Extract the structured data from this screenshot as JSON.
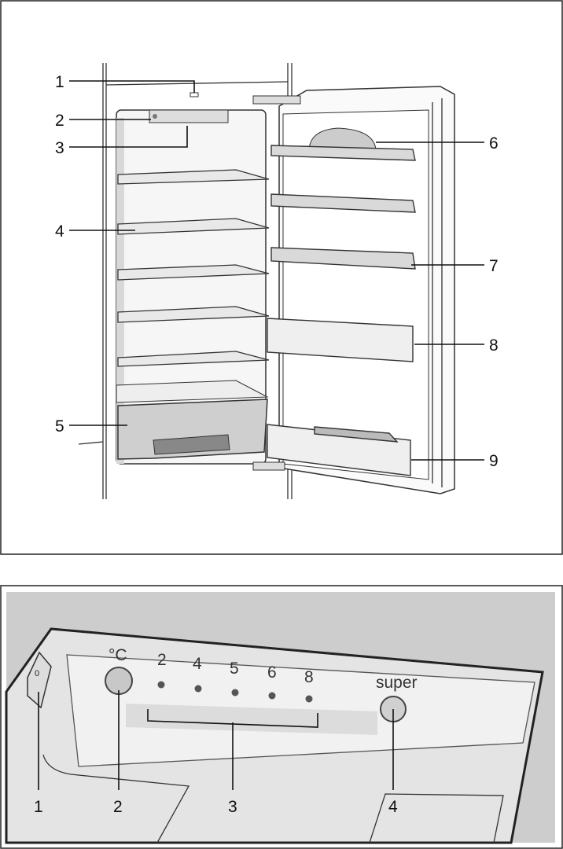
{
  "fridge_figure": {
    "callouts": [
      "1",
      "2",
      "3",
      "4",
      "5",
      "6",
      "7",
      "8",
      "9"
    ]
  },
  "control_panel_figure": {
    "unit_label": "°C",
    "temperature_scale": [
      "2",
      "4",
      "5",
      "6",
      "8"
    ],
    "super_label": "super",
    "switch_symbol": "0",
    "callouts": [
      "1",
      "2",
      "3",
      "4"
    ]
  }
}
